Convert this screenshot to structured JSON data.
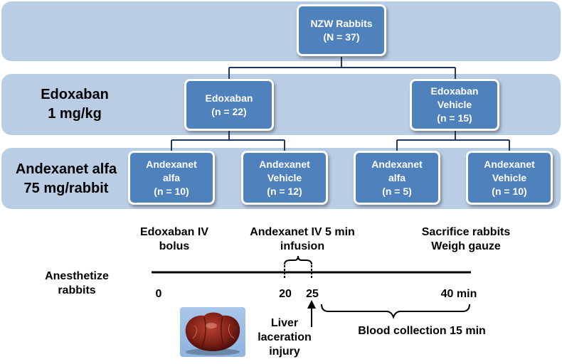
{
  "tree": {
    "root": {
      "line1": "NZW Rabbits",
      "line2": "(N = 37)"
    },
    "edoxaban_row_label": {
      "line1": "Edoxaban",
      "line2": "1 mg/kg"
    },
    "andexanet_row_label": {
      "line1": "Andexanet alfa",
      "line2": "75 mg/rabbit"
    },
    "edoxaban": {
      "line1": "Edoxaban",
      "line2": "(n = 22)"
    },
    "edoxaban_vehicle": {
      "line1": "Edoxaban",
      "line2": "Vehicle",
      "line3": "(n = 15)"
    },
    "leaves": [
      {
        "line1": "Andexanet",
        "line2": "alfa",
        "line3": "(n = 10)"
      },
      {
        "line1": "Andexanet",
        "line2": "Vehicle",
        "line3": "(n = 12)"
      },
      {
        "line1": "Andexanet",
        "line2": "alfa",
        "line3": "(n = 5)"
      },
      {
        "line1": "Andexanet",
        "line2": "Vehicle",
        "line3": "(n = 10)"
      }
    ]
  },
  "timeline": {
    "edoxaban_iv": {
      "line1": "Edoxaban IV",
      "line2": "bolus"
    },
    "andexanet_iv": {
      "line1": "Andexanet IV 5 min",
      "line2": "infusion"
    },
    "sacrifice": {
      "line1": "Sacrifice rabbits",
      "line2": "Weigh gauze"
    },
    "anesthetize": {
      "line1": "Anesthetize",
      "line2": "rabbits"
    },
    "ticks": [
      "0",
      "20",
      "25",
      "40 min"
    ],
    "liver_injury": {
      "line1": "Liver",
      "line2": "laceration",
      "line3": "injury"
    },
    "blood_collection": "Blood collection 15 min"
  },
  "colors": {
    "band": "#b9cde5",
    "box": "#4f81bd",
    "connector": "#1f3864"
  },
  "icons": {
    "liver_photo": "liver-photo-icon"
  }
}
